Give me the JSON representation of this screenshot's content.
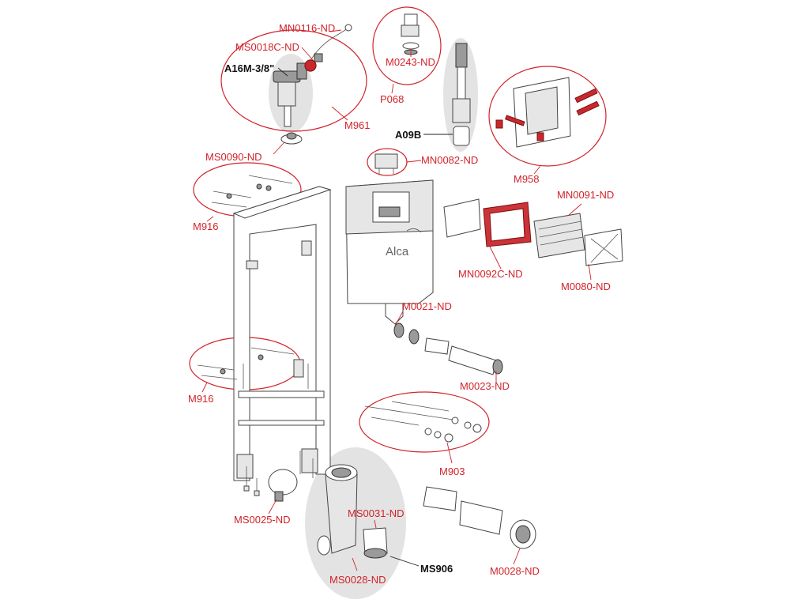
{
  "brand": "Alca",
  "colors": {
    "label": "#d2232a",
    "highlight": "#c8282d",
    "group_bg": "#e3e3e3"
  },
  "labels": {
    "MN0116": "MN0116-ND",
    "MS0018C": "MS0018C-ND",
    "A16M": "A16M-3/8\"",
    "M961": "M961",
    "MS0090": "MS0090-ND",
    "M0243": "M0243-ND",
    "P068": "P068",
    "A09B": "A09B",
    "MN0082": "MN0082-ND",
    "M958": "M958",
    "M916_top": "M916",
    "MN0091": "MN0091-ND",
    "MN0092C": "MN0092C-ND",
    "M0080": "M0080-ND",
    "M0021": "M0021-ND",
    "M0023": "M0023-ND",
    "M916_bottom": "M916",
    "M903": "M903",
    "MS0025": "MS0025-ND",
    "MS0031": "MS0031-ND",
    "MS906": "MS906",
    "MS0028": "MS0028-ND",
    "M0028": "M0028-ND"
  }
}
